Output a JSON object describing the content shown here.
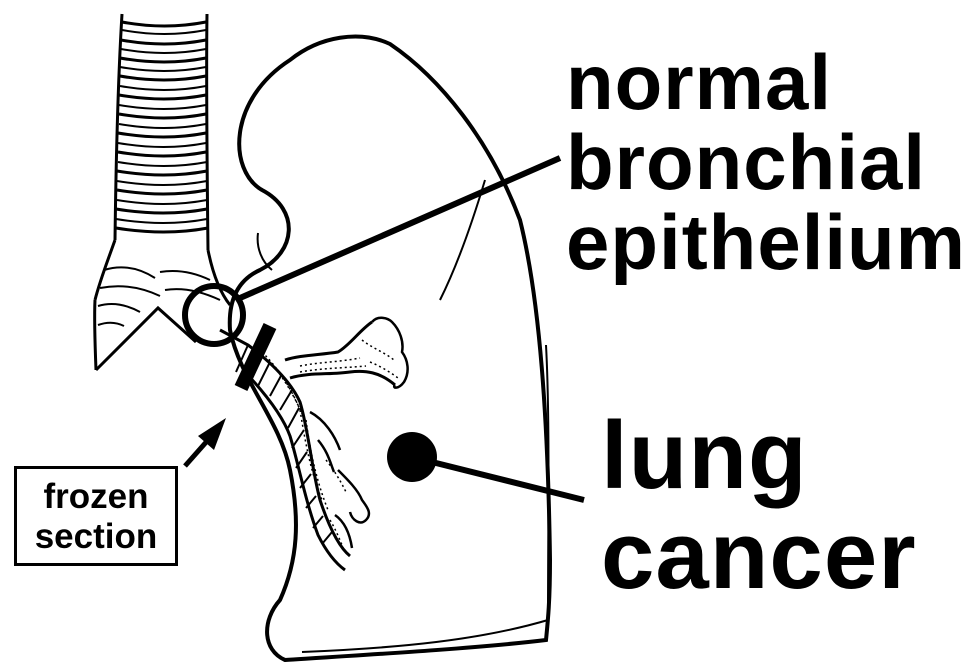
{
  "labels": {
    "normal_bronchial_epithelium": "normal\nbronchial\nepithelium",
    "lung_cancer": "lung\ncancer",
    "frozen_section": "frozen\nsection"
  },
  "colors": {
    "ink": "#000000",
    "background": "#ffffff"
  }
}
